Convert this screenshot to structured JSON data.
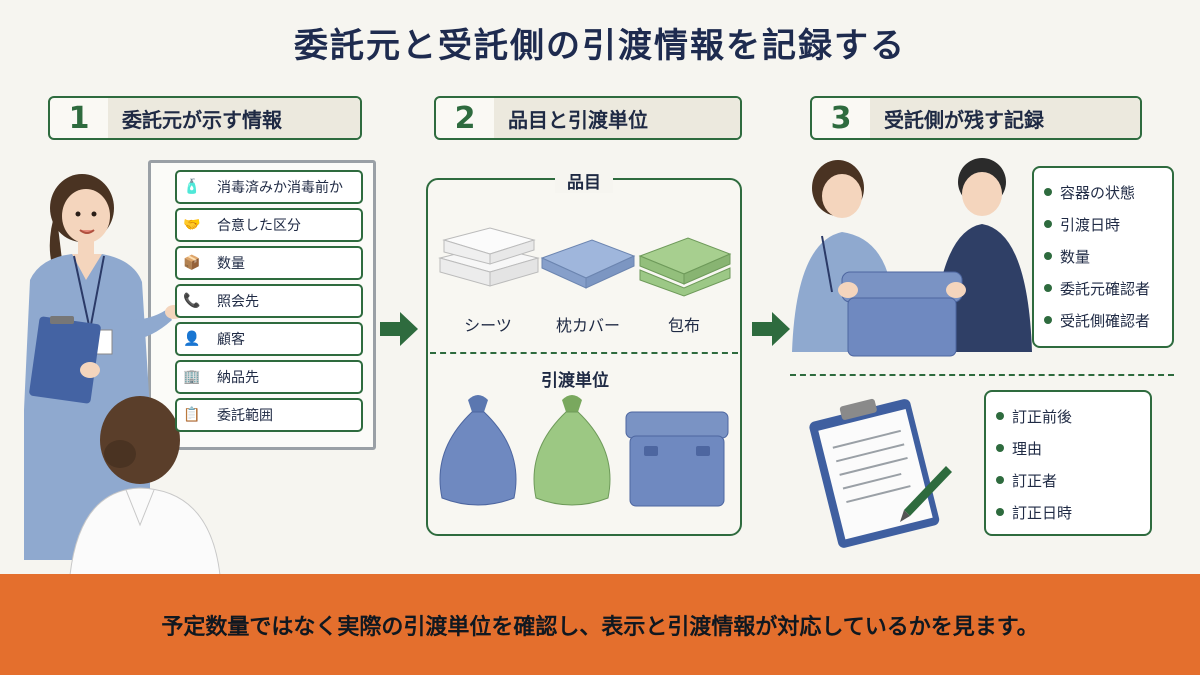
{
  "title": "委託元と受託側の引渡情報を記録する",
  "steps": [
    {
      "num": "1",
      "label": "委託元が示す情報"
    },
    {
      "num": "2",
      "label": "品目と引渡単位"
    },
    {
      "num": "3",
      "label": "受託側が残す記録"
    }
  ],
  "client_info": [
    {
      "icon": "spray-bottle-icon",
      "label": "消毒済みか消毒前か"
    },
    {
      "icon": "handshake-icon",
      "label": "合意した区分"
    },
    {
      "icon": "box-icon",
      "label": "数量"
    },
    {
      "icon": "phone-icon",
      "label": "照会先"
    },
    {
      "icon": "person-icon",
      "label": "顧客"
    },
    {
      "icon": "building-icon",
      "label": "納品先"
    },
    {
      "icon": "clipboard-icon",
      "label": "委託範囲"
    }
  ],
  "items": {
    "section_title": "品目",
    "list": [
      "シーツ",
      "枕カバー",
      "包布"
    ]
  },
  "units": {
    "section_title": "引渡単位"
  },
  "handover_record": [
    "容器の状態",
    "引渡日時",
    "数量",
    "委託元確認者",
    "受託側確認者"
  ],
  "correction_record": [
    "訂正前後",
    "理由",
    "訂正者",
    "訂正日時"
  ],
  "footer": "予定数量ではなく実際の引渡単位を確認し、表示と引渡情報が対応しているかを見ます。",
  "colors": {
    "accent": "#2e6b3e",
    "footer": "#e46f2d",
    "title": "#1e2b4f"
  }
}
